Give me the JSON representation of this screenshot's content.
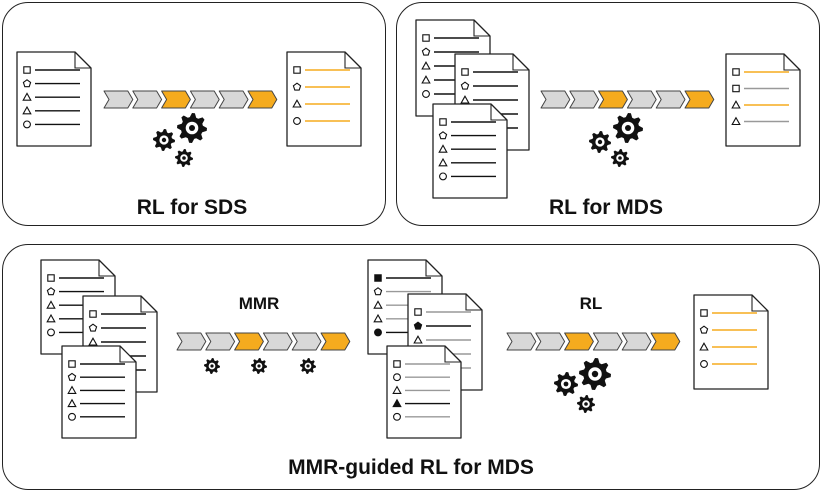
{
  "panels": {
    "sds": {
      "caption": "RL for SDS"
    },
    "mds": {
      "caption": "RL for MDS"
    },
    "mmr": {
      "caption": "MMR-guided RL for MDS",
      "mmr_label": "MMR",
      "rl_label": "RL"
    }
  },
  "colors": {
    "highlight": "#F5AB1E",
    "segment": "#D8D8D8",
    "outline": "#222222",
    "gear": "#111111"
  },
  "icons": [
    "document-icon",
    "gear-icon",
    "sequence-arrow-icon"
  ]
}
